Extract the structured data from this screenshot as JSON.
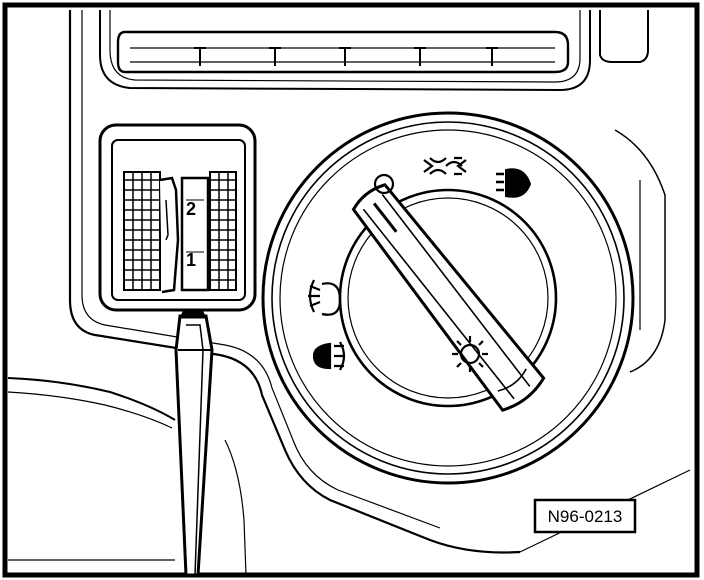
{
  "figure": {
    "id": "N96-0213"
  },
  "range_control": {
    "marks": [
      "2",
      "1"
    ]
  },
  "light_switch": {
    "positions": [
      {
        "icon": "off-circle-icon"
      },
      {
        "icon": "parking-light-icon"
      },
      {
        "icon": "headlight-icon"
      },
      {
        "icon": "front-fog-light-icon"
      },
      {
        "icon": "rear-fog-light-icon"
      },
      {
        "icon": "interior-light-sun-icon"
      }
    ]
  },
  "colors": {
    "ink": "#000000",
    "paper": "#ffffff"
  }
}
